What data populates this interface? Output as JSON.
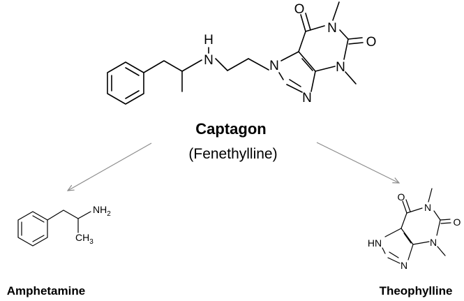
{
  "main": {
    "name": "Captagon",
    "subtitle": "(Fenethylline)",
    "atoms": {
      "nh": "H",
      "n_amine": "N",
      "n7": "N",
      "n9": "N",
      "n1": "N",
      "n3": "N",
      "o6": "O",
      "o2": "O"
    }
  },
  "products": [
    {
      "name": "Amphetamine",
      "atoms": {
        "nh2": "NH",
        "nh2_sub": "2",
        "ch3": "CH",
        "ch3_sub": "3"
      }
    },
    {
      "name": "Theophylline",
      "atoms": {
        "hn": "HN",
        "n9": "N",
        "n1": "N",
        "n3": "N",
        "o6": "O",
        "o2": "O"
      }
    }
  ],
  "colors": {
    "ink": "#000000",
    "arrow": "#8a8a8a",
    "background": "#ffffff"
  }
}
